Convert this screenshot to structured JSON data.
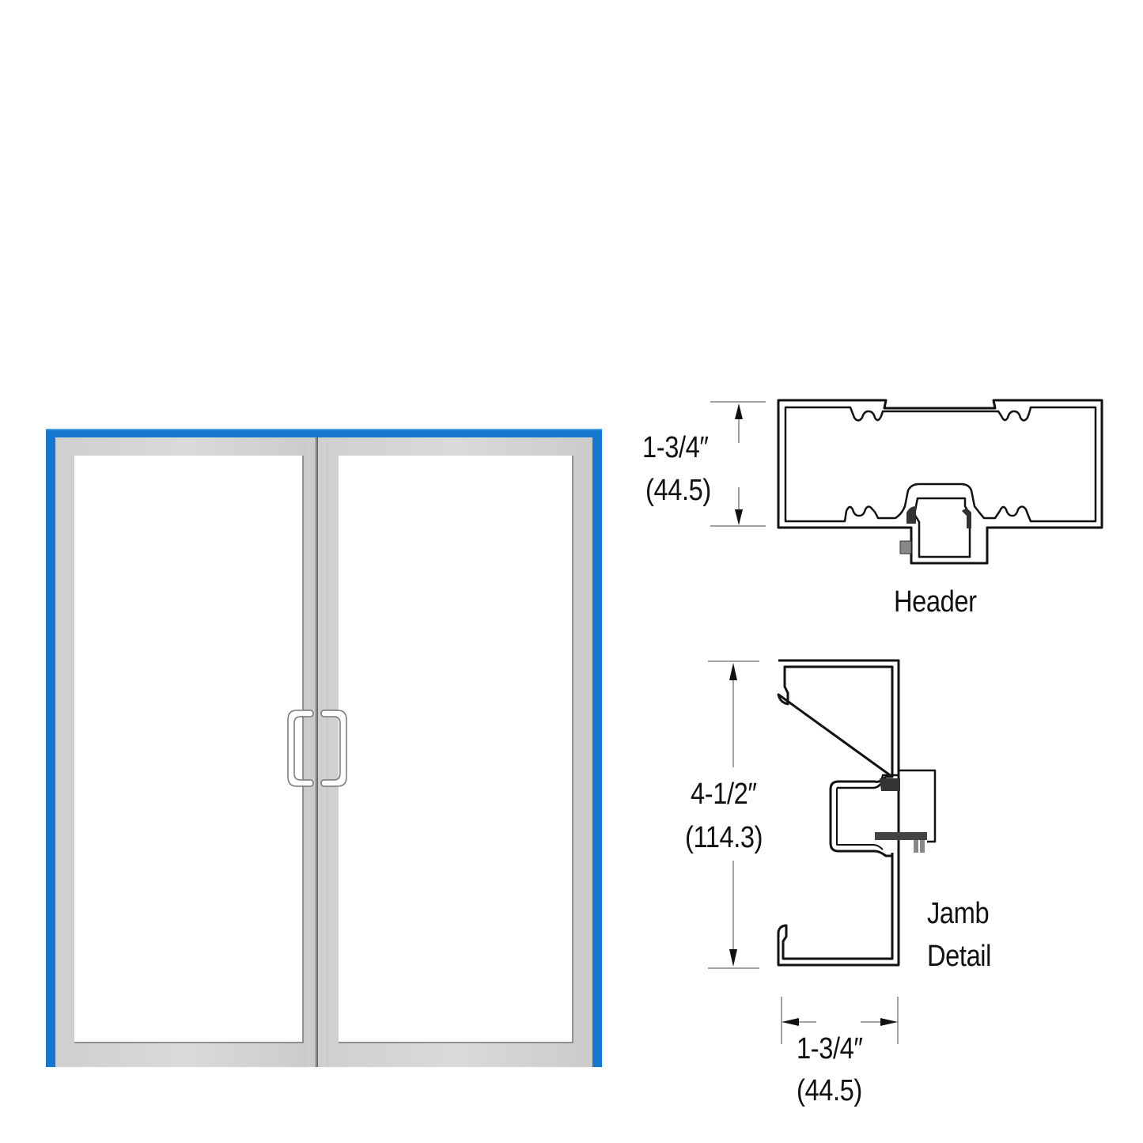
{
  "door_elevation": {
    "type": "double-door-elevation",
    "frame_color": "#1577d0",
    "door_color": "#d4d4d4",
    "glass_color": "#ffffff",
    "handle_count": 2
  },
  "header_detail": {
    "caption": "Header",
    "dimension_imperial": "1-3/4″",
    "dimension_metric": "(44.5)"
  },
  "jamb_detail": {
    "caption_line1": "Jamb",
    "caption_line2": "Detail",
    "height_imperial": "4-1/2″",
    "height_metric": "(114.3)",
    "width_imperial": "1-3/4″",
    "width_metric": "(44.5)"
  }
}
